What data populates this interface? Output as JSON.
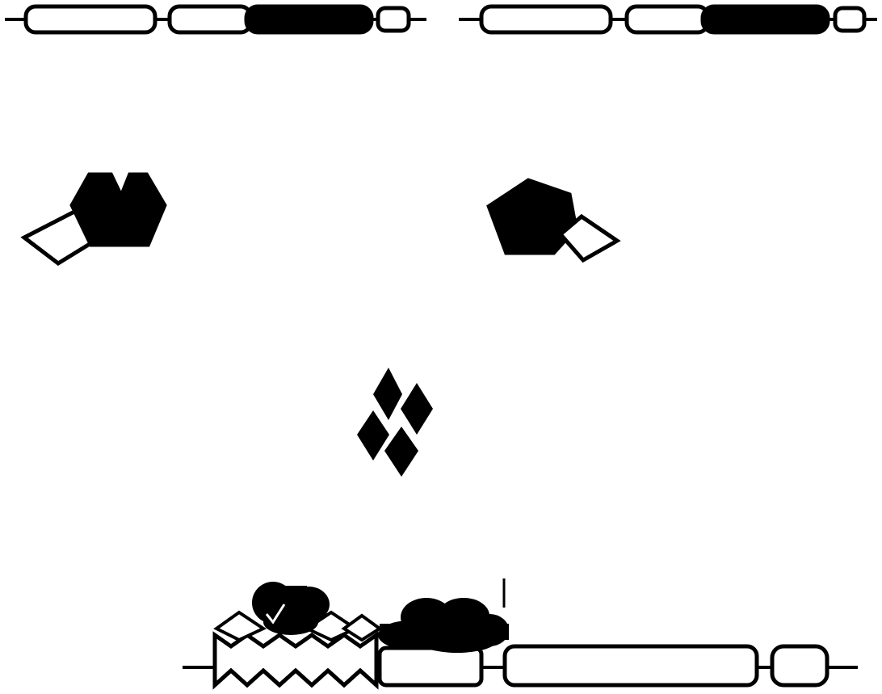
{
  "colors": {
    "background": "#ffffff",
    "ink": "#000000",
    "outline_fill": "#ffffff"
  },
  "figure": {
    "panels": [
      {
        "name": "construct-top-left",
        "parts": [
          "backbone-line",
          "open-box",
          "open-box",
          "filled-box",
          "small-open-box"
        ]
      },
      {
        "name": "construct-top-right",
        "parts": [
          "backbone-line",
          "open-box",
          "open-box",
          "filled-box",
          "small-open-box"
        ]
      },
      {
        "name": "complex-left",
        "parts": [
          "open-diamond",
          "filled-notched-hexagon"
        ]
      },
      {
        "name": "complex-right",
        "parts": [
          "filled-pentagon",
          "open-diamond"
        ]
      },
      {
        "name": "diamond-cluster",
        "parts": [
          "filled-diamond",
          "filled-diamond",
          "filled-diamond",
          "filled-diamond"
        ]
      },
      {
        "name": "bound-construct-bottom",
        "parts": [
          "backbone-line",
          "zigzag-block",
          "open-diamonds",
          "filled-blob",
          "filled-blob-cluster",
          "open-box",
          "long-open-box",
          "small-open-box",
          "tick-mark"
        ]
      }
    ]
  }
}
